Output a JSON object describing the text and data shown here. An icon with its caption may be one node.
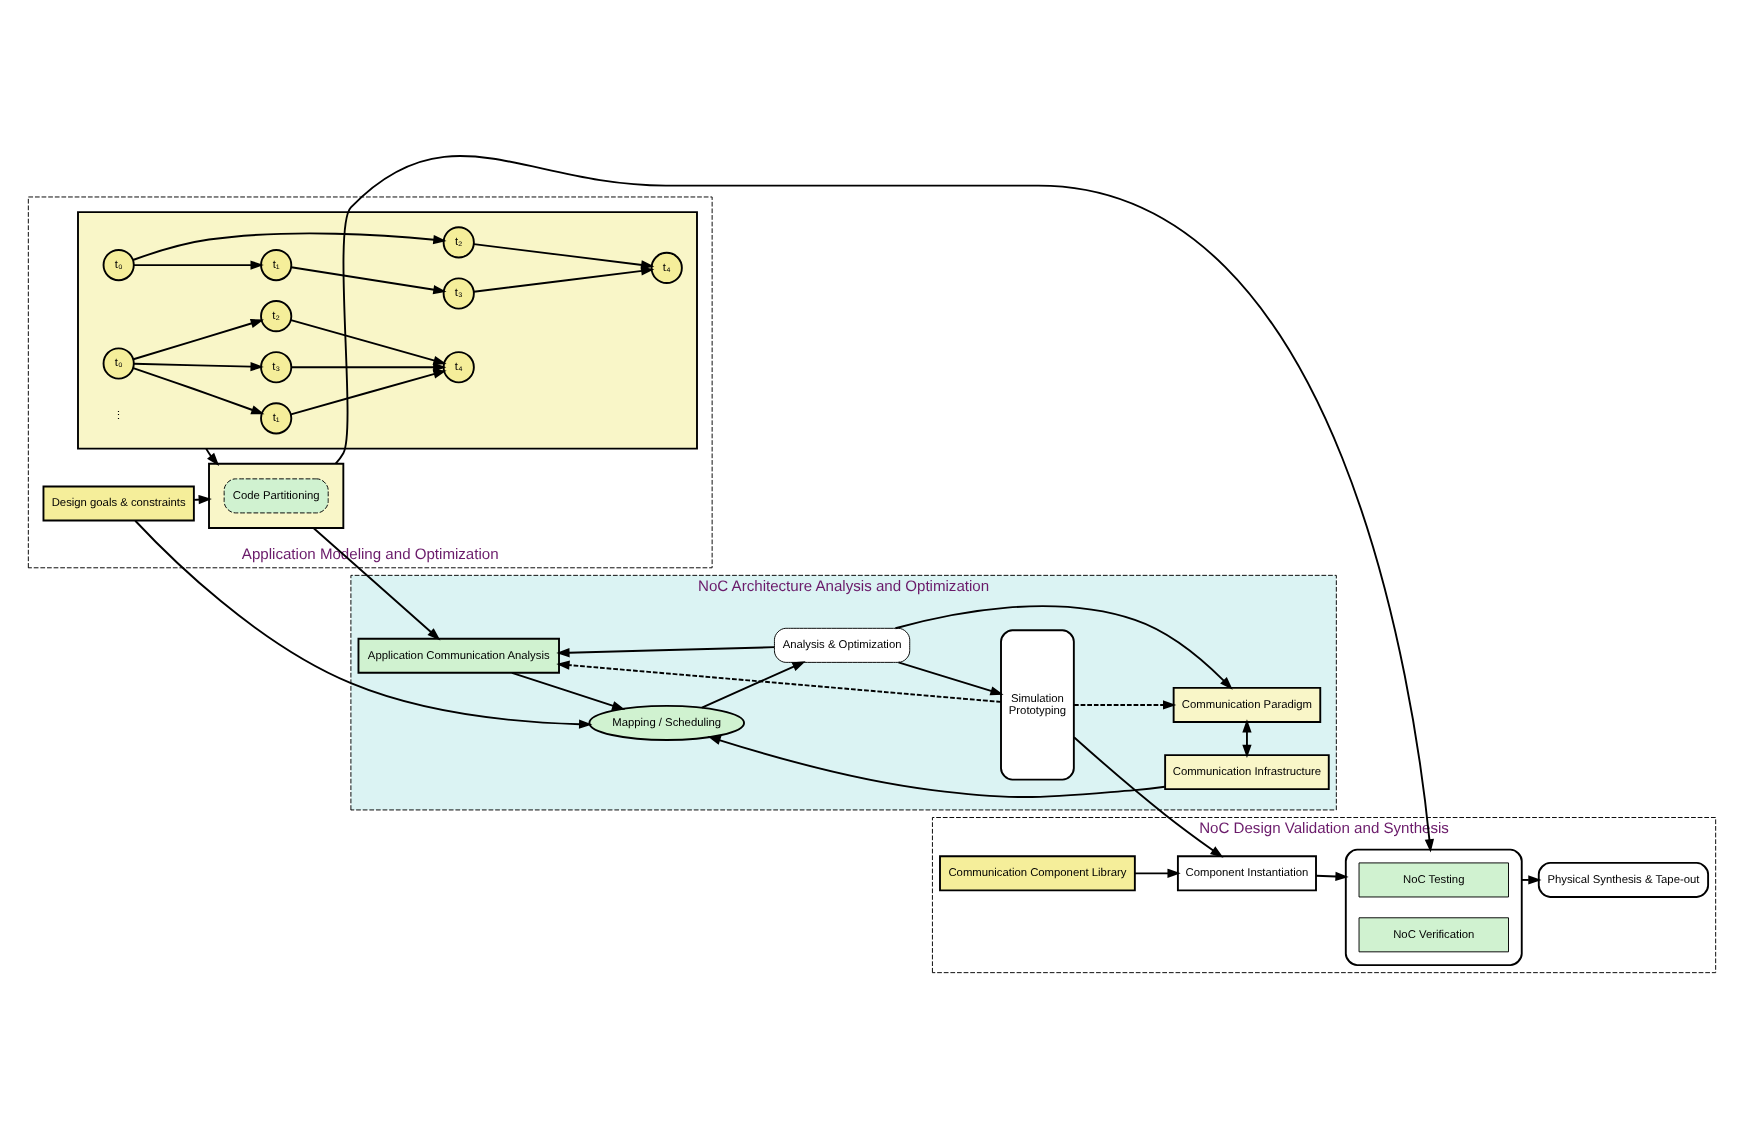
{
  "diagram": {
    "nodes": [
      {
        "text": [
          "Application Modeling and Optimization"
        ]
      },
      {
        "text": [],
        "shape": "box",
        "in": 0
      },
      {
        "text": [
          "t₀"
        ],
        "in": 1
      },
      {
        "text": [
          "t₁"
        ],
        "in": 1
      },
      {
        "text": [
          "t₂"
        ],
        "in": 1
      },
      {
        "text": [
          "t₃"
        ],
        "in": 1
      },
      {
        "text": [
          "t₄"
        ],
        "in": 1
      },
      {
        "text": [
          "t₀"
        ],
        "in": 1
      },
      {
        "text": [
          "t₁"
        ],
        "in": 1
      },
      {
        "text": [
          "t₃"
        ],
        "in": 1
      },
      {
        "text": [
          "t₂"
        ],
        "in": 1
      },
      {
        "text": [
          "t₄"
        ],
        "in": 1
      },
      {
        "text": [
          "Design goals & constraints"
        ],
        "in": 0
      },
      {
        "text": [],
        "shape": "box",
        "in": 0
      },
      {
        "text": [
          "Code Partitioning"
        ],
        "in": 13
      },
      {
        "text": [
          "NoC Architecture Analysis and Optimization"
        ]
      },
      {
        "text": [
          "Communication Infrastructure"
        ],
        "in": 15
      },
      {
        "text": [
          "Communication Paradigm"
        ],
        "in": 15
      },
      {
        "text": [
          "Mapping / Scheduling"
        ],
        "in": 15
      },
      {
        "text": [
          "Analysis & Optimization"
        ],
        "in": 15
      },
      {
        "text": [
          "Application Communication Analysis"
        ],
        "in": 15
      },
      {
        "text": [
          "Simulation",
          "Prototyping"
        ],
        "in": 15
      },
      {
        "text": [
          "NoC Design Validation and Synthesis"
        ]
      },
      {
        "text": [],
        "shape": "box",
        "in": 22
      },
      {
        "text": [
          "NoC Testing"
        ],
        "in": 23
      },
      {
        "text": [
          "NoC Verification"
        ],
        "in": 23
      },
      {
        "text": [
          "Physical Synthesis & Tape-out"
        ],
        "in": 22
      },
      {
        "text": [
          "Component Instantiation"
        ],
        "in": 22
      },
      {
        "text": [
          "Communication Component Library"
        ],
        "in": 22
      }
    ],
    "edges": [
      {
        "from": 2,
        "to": 3,
        "arrow": "to"
      },
      {
        "from": 2,
        "to": 4,
        "arrow": "to"
      },
      {
        "from": 3,
        "to": 5,
        "arrow": "to"
      },
      {
        "from": 4,
        "to": 6,
        "arrow": "to"
      },
      {
        "from": 5,
        "to": 6,
        "arrow": "to"
      },
      {
        "from": 7,
        "to": 8,
        "arrow": "to"
      },
      {
        "from": 7,
        "to": 9,
        "arrow": "to"
      },
      {
        "from": 7,
        "to": 10,
        "arrow": "to"
      },
      {
        "from": 8,
        "to": 11,
        "arrow": "to"
      },
      {
        "from": 9,
        "to": 11,
        "arrow": "to"
      },
      {
        "from": 10,
        "to": 11,
        "arrow": "to"
      },
      {
        "from": 1,
        "to": 13,
        "arrow": "to"
      },
      {
        "from": 12,
        "to": 13,
        "arrow": "to"
      },
      {
        "from": 12,
        "to": 18,
        "arrow": "to"
      },
      {
        "from": 13,
        "to": 20,
        "arrow": "to"
      },
      {
        "from": 13,
        "to": 23,
        "arrow": "to"
      },
      {
        "from": 16,
        "to": 17,
        "arrow": "both"
      },
      {
        "from": 16,
        "to": 18,
        "arrow": "to"
      },
      {
        "from": 20,
        "to": 18,
        "arrow": "to"
      },
      {
        "from": 18,
        "to": 19,
        "arrow": "to"
      },
      {
        "from": 19,
        "to": 17,
        "arrow": "to"
      },
      {
        "from": 19,
        "to": 20,
        "arrow": "to"
      },
      {
        "from": 19,
        "to": 21,
        "arrow": "to"
      },
      {
        "from": 21,
        "to": 17,
        "arrow": "to",
        "style": "dashed"
      },
      {
        "from": 21,
        "to": 20,
        "arrow": "to",
        "style": "dashed"
      },
      {
        "from": 21,
        "to": 27,
        "arrow": "to"
      },
      {
        "from": 27,
        "to": 23,
        "arrow": "to"
      },
      {
        "from": 28,
        "to": 27,
        "arrow": "to"
      },
      {
        "from": 23,
        "to": 26,
        "arrow": "to"
      }
    ],
    "labels": [
      "⋮"
    ]
  }
}
